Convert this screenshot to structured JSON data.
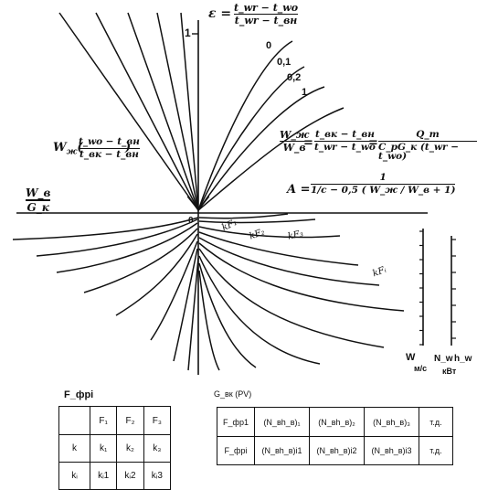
{
  "formulas": {
    "epsilon_lhs": "ε =",
    "epsilon_num": "t_wr − t_wo",
    "epsilon_den": "t_wr − t_вн",
    "wzh_prefix": "W",
    "wzh_sub": "ж",
    "wzh_num": "t_wo − t_вн",
    "wzh_den": "t_вк − t_вн",
    "ratio_num1": "W_ж",
    "ratio_den1": "W_в",
    "ratio_eq": "=",
    "ratio_num2": "t_вк − t_вн",
    "ratio_den2": "t_wr − t_wo",
    "ratio_eq2": "=",
    "ratio_num3": "Q_т",
    "ratio_den3": "C_рG_к (t_wr − t_wo)",
    "a_lhs": "A =",
    "a_num": "1",
    "a_den": "1/c − 0,5 ( W_ж / W_в + 1)",
    "wv_num": "W_в",
    "wv_den": "G_к"
  },
  "axis_labels": {
    "one": "1",
    "zero": "0",
    "w_label": "W",
    "w_unit": "м/с",
    "nw_label": "N_w",
    "hw_label": "h_w",
    "nw_unit": "кВт"
  },
  "upper_curve_labels": [
    "0",
    "0,1",
    "0,2",
    "1"
  ],
  "lower_curve_labels": [
    "kF₁",
    "kF₂",
    "kF₃",
    "kFᵢ"
  ],
  "table1": {
    "title": "F_фрi",
    "rows": [
      [
        "",
        "F₁",
        "F₂",
        "F₃"
      ],
      [
        "k",
        "k₁",
        "k₂",
        "k₃"
      ],
      [
        "kᵢ",
        "kᵢ1",
        "kᵢ2",
        "kᵢ3"
      ]
    ]
  },
  "table2": {
    "title": "G_вк (PV)",
    "rows": [
      [
        "F_фр1",
        "(N_вh_в)₁",
        "(N_вh_в)₂",
        "(N_вh_в)₃",
        "т.д."
      ],
      [
        "F_фрi",
        "(N_вh_в)i1",
        "(N_вh_в)i2",
        "(N_вh_в)i3",
        "т.д."
      ]
    ]
  }
}
